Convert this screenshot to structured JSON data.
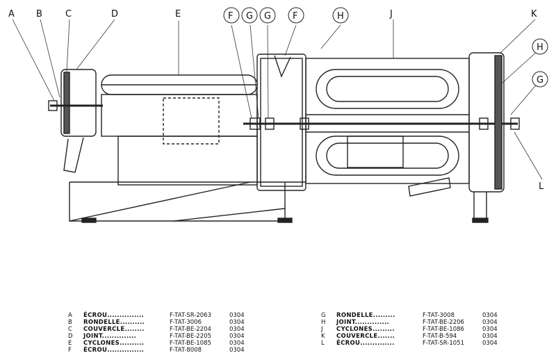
{
  "callouts": {
    "A": "A",
    "B": "B",
    "C": "C",
    "D": "D",
    "E": "E",
    "F1": "F",
    "G1": "G",
    "G2": "G",
    "F2": "F",
    "H1": "H",
    "J": "J",
    "K": "K",
    "H2": "H",
    "G3": "G",
    "L": "L"
  },
  "parts_left": [
    {
      "key": "A",
      "name": "ÉCROU...............",
      "ref": "F-TAT-SR-2063",
      "code": "0304"
    },
    {
      "key": "B",
      "name": "RONDELLE..........",
      "ref": "F-TAT-3006",
      "code": "0304"
    },
    {
      "key": "C",
      "name": "COUVERCLE........",
      "ref": "F-TAT-BE-2204",
      "code": "0304"
    },
    {
      "key": "D",
      "name": "JOINT..............",
      "ref": "F-TAT-BE-2205",
      "code": "0304"
    },
    {
      "key": "E",
      "name": "CYCLONES..........",
      "ref": "F-TAT-BE-1085",
      "code": "0304"
    },
    {
      "key": "F",
      "name": "ÉCROU...............",
      "ref": "F-TAT-8008",
      "code": "0304"
    }
  ],
  "parts_right": [
    {
      "key": "G",
      "name": "RONDELLE.........",
      "ref": "F-TAT-3008",
      "code": "0304"
    },
    {
      "key": "H",
      "name": "JOINT..............",
      "ref": "F-TAT-BE-2206",
      "code": "0304"
    },
    {
      "key": "J",
      "name": "CYCLONES.........",
      "ref": "F-TAT-BE-1086",
      "code": "0304"
    },
    {
      "key": "K",
      "name": "COUVERCLE.......",
      "ref": "F-TAT-B-594",
      "code": "0304"
    },
    {
      "key": "L",
      "name": "ÉCROU..............",
      "ref": "F-TAT-SR-1051",
      "code": "0304"
    }
  ]
}
